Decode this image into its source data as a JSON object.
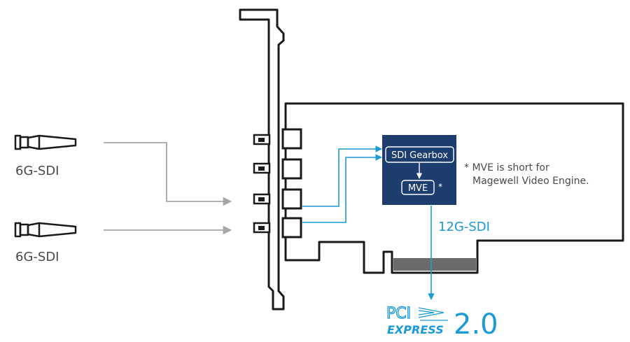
{
  "inputs": [
    {
      "label": "6G-SDI"
    },
    {
      "label": "6G-SDI"
    }
  ],
  "engine": {
    "gearbox_label": "SDI Gearbox",
    "mve_label": "MVE",
    "asterisk": "*"
  },
  "note": {
    "line1": "* MVE is short for",
    "line2": "Magewell Video Engine."
  },
  "bus": {
    "link_label": "12G-SDI",
    "logo_pci": "PCI",
    "logo_express": "EXPRESS",
    "logo_version": "2.0"
  },
  "colors": {
    "accent": "#1a9ad6",
    "engine_box": "#1c3d6e",
    "outline": "#1a1a1a",
    "text": "#4a4a4a",
    "gray_arrow": "#a6a6a6",
    "connector_bar": "#6b6b6b"
  }
}
